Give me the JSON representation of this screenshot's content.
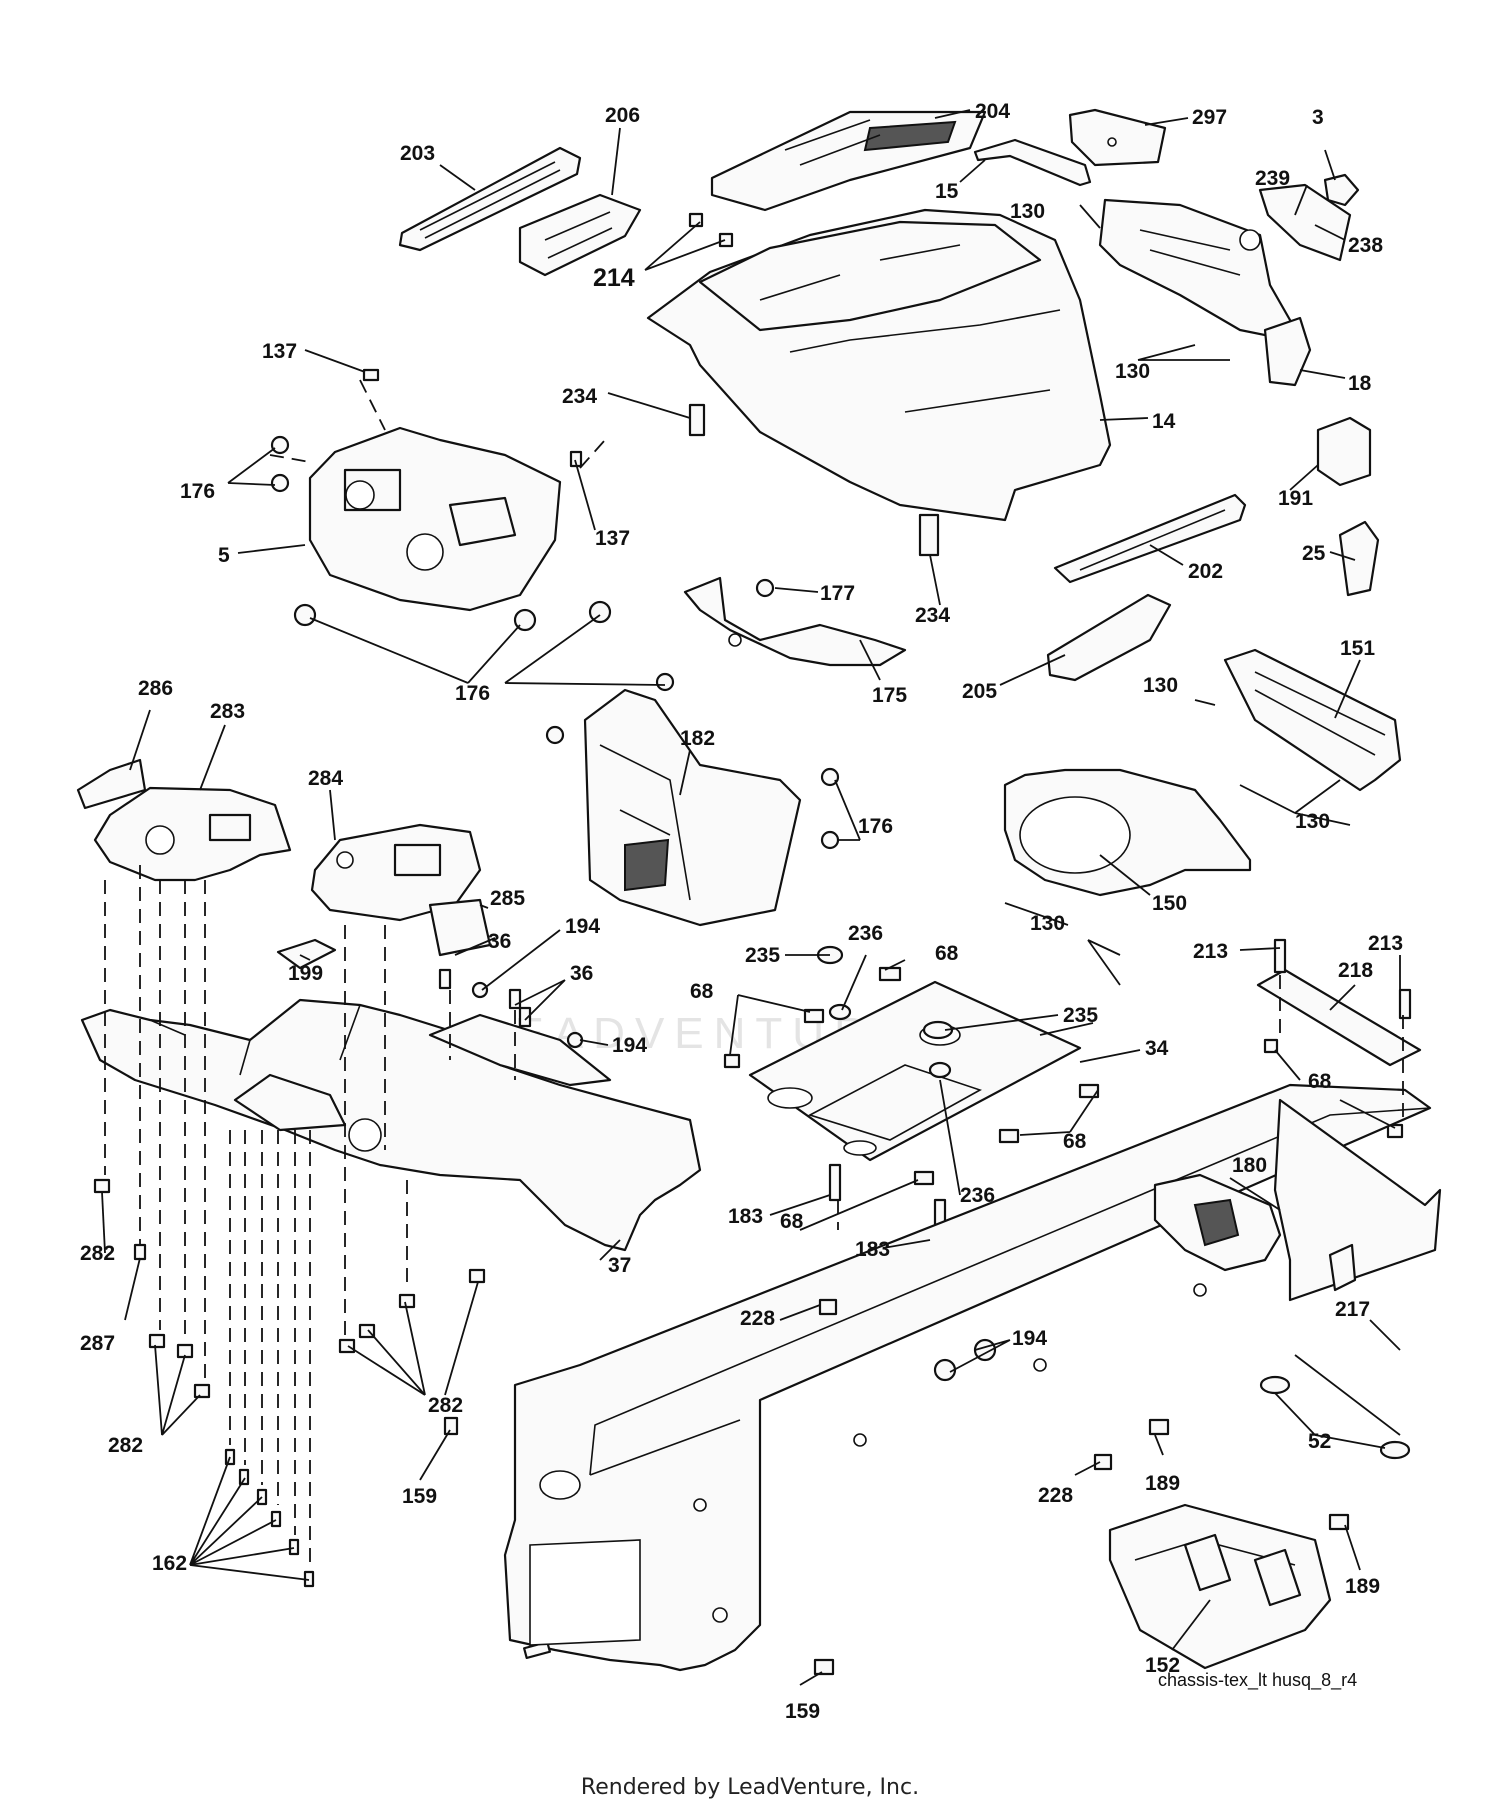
{
  "diagram": {
    "drawing_code": "chassis-tex_lt husq_8_r4",
    "watermark": "LEADVENTURE",
    "footer": "Rendered by LeadVenture, Inc."
  },
  "callouts": {
    "c203": "203",
    "c206": "206",
    "c204": "204",
    "c297": "297",
    "c3": "3",
    "c15": "15",
    "c214": "214",
    "c130a": "130",
    "c239": "239",
    "c238": "238",
    "c130b": "130",
    "c18": "18",
    "c14": "14",
    "c234a": "234",
    "c137a": "137",
    "c176a": "176",
    "c137b": "137",
    "c5": "5",
    "c191": "191",
    "c25": "25",
    "c202": "202",
    "c177": "177",
    "c234b": "234",
    "c175": "175",
    "c205": "205",
    "c176b": "176",
    "c130c": "130",
    "c151": "151",
    "c286": "286",
    "c283": "283",
    "c284": "284",
    "c182": "182",
    "c176c": "176",
    "c130d": "130",
    "c150": "150",
    "c285": "285",
    "c199": "199",
    "c36a": "36",
    "c194a": "194",
    "c36b": "36",
    "c194b": "194",
    "c235a": "235",
    "c236a": "236",
    "c68a": "68",
    "c68b": "68",
    "c235b": "235",
    "c34": "34",
    "c130e": "130",
    "c213a": "213",
    "c213b": "213",
    "c218": "218",
    "c68c": "68",
    "c68d": "68",
    "c236b": "236",
    "c183a": "183",
    "c68e": "68",
    "c183b": "183",
    "c180": "180",
    "c282a": "282",
    "c287": "287",
    "c37": "37",
    "c228a": "228",
    "c194c": "194",
    "c217": "217",
    "c282b": "282",
    "c282c": "282",
    "c52": "52",
    "c159a": "159",
    "c189a": "189",
    "c228b": "228",
    "c162": "162",
    "c189b": "189",
    "c152": "152",
    "c159b": "159"
  }
}
